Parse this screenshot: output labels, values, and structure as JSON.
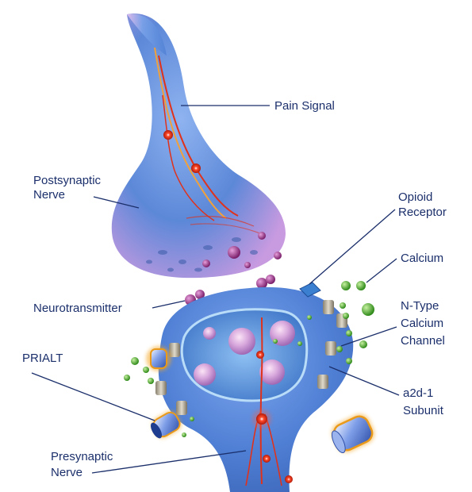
{
  "labels": {
    "pain_signal": "Pain Signal",
    "postsynaptic": [
      "Postsynaptic",
      "Nerve"
    ],
    "opioid_receptor": [
      "Opioid",
      "Receptor"
    ],
    "calcium": "Calcium",
    "neurotransmitter": "Neurotransmitter",
    "n_type_channel": [
      "N-Type",
      "Calcium",
      "Channel"
    ],
    "prialt": "PRIALT",
    "a2d1_subunit": [
      "a2d-1",
      "Subunit"
    ],
    "presynaptic": [
      "Presynaptic",
      "Nerve"
    ]
  },
  "colors": {
    "label_text": "#1b2f6b",
    "nerve_blue": "#5a86d6",
    "nerve_pink": "#d9a0d8",
    "signal_red": "#e0321b",
    "signal_orange": "#f2a13a",
    "vesicle_purple": "#8a2a7a",
    "calcium_green": "#4aa82a",
    "prialt_glow": "#f5a623"
  }
}
